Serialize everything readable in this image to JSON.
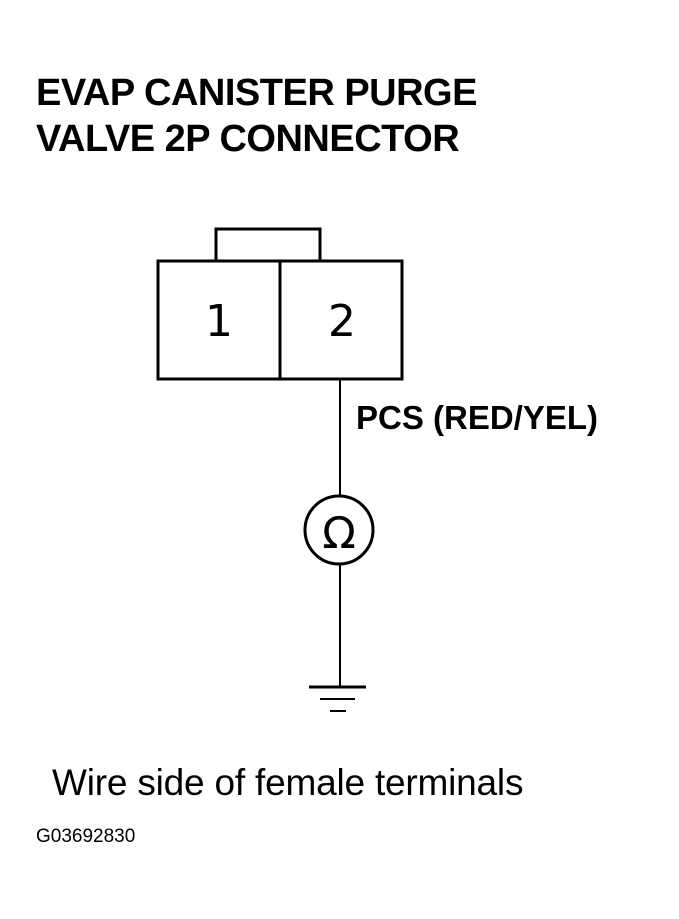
{
  "title": {
    "line1": "EVAP CANISTER PURGE",
    "line2": "VALVE 2P CONNECTOR"
  },
  "connector": {
    "terminals": [
      {
        "number": "1"
      },
      {
        "number": "2"
      }
    ]
  },
  "wire_label": "PCS (RED/YEL)",
  "meter": {
    "symbol": "Ω",
    "icon": "ohmmeter-icon"
  },
  "ground": {
    "icon": "ground-icon"
  },
  "caption": "Wire side of female terminals",
  "figure_id": "G03692830"
}
